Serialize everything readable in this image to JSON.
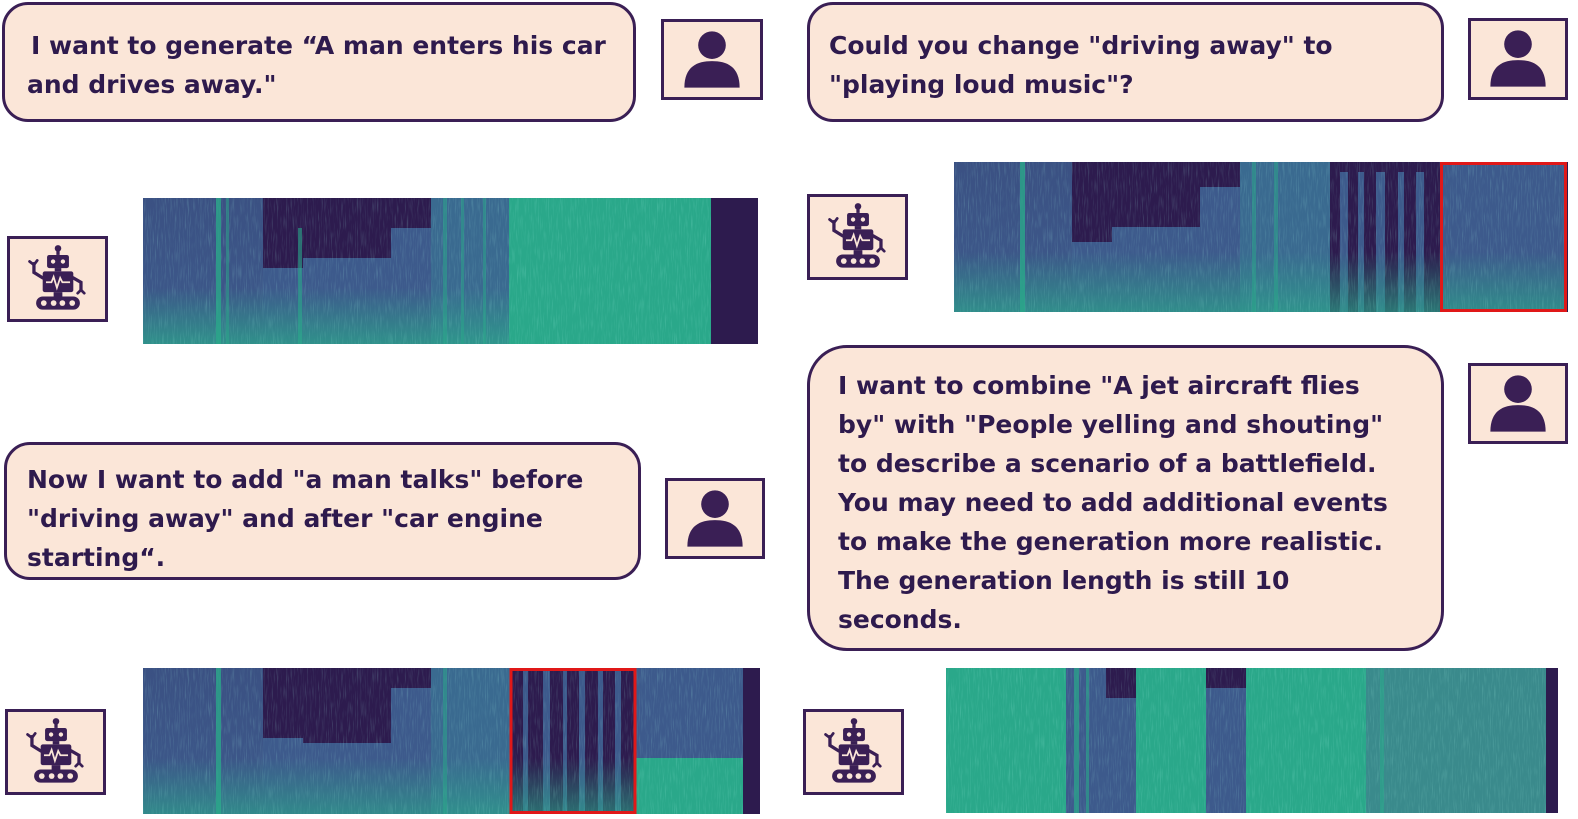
{
  "colors": {
    "bubble_fill": "#fbe6d8",
    "ink": "#3a1f55",
    "spec_dark": "#2d1b4e",
    "spec_mid": "#3d5a8c",
    "spec_bright": "#2aa88a",
    "highlight": "#e01818"
  },
  "icons": {
    "user": "person-icon",
    "assistant": "robot-icon"
  },
  "messages": [
    {
      "role": "user",
      "lines": [
        "I want to generate “A man enters his car",
        "and drives away.\""
      ]
    },
    {
      "role": "user",
      "lines": [
        "Could you change \"driving away\" to",
        "\"playing loud music\"?"
      ]
    },
    {
      "role": "user",
      "lines": [
        "Now I want to add \"a man talks\" before",
        "\"driving away\" and after \"car engine",
        "starting“."
      ]
    },
    {
      "role": "user",
      "lines": [
        "I want to combine \"A jet aircraft flies",
        "by\" with \"People yelling and shouting\"",
        "to describe a scenario of a battlefield.",
        "You may need to add additional events",
        "to make the generation more realistic.",
        "The generation length is still 10",
        "seconds."
      ]
    }
  ],
  "outputs": [
    {
      "role": "assistant",
      "content": "spectrogram",
      "highlighted": false
    },
    {
      "role": "assistant",
      "content": "spectrogram",
      "highlighted": true
    },
    {
      "role": "assistant",
      "content": "spectrogram",
      "highlighted": true
    },
    {
      "role": "assistant",
      "content": "spectrogram",
      "highlighted": false
    }
  ]
}
